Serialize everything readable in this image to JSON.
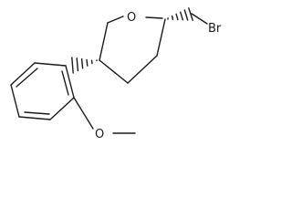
{
  "molecule": {
    "atoms": {
      "ring_oxygen": "O",
      "bromine": "Br",
      "methoxy_oxygen": "O"
    },
    "stereo_bonds": [
      {
        "name": "hashed-wedge-bond-c2-ch2",
        "type": "hashed-wedge"
      },
      {
        "name": "hashed-wedge-bond-c5-aryl",
        "type": "hashed-wedge"
      }
    ]
  }
}
